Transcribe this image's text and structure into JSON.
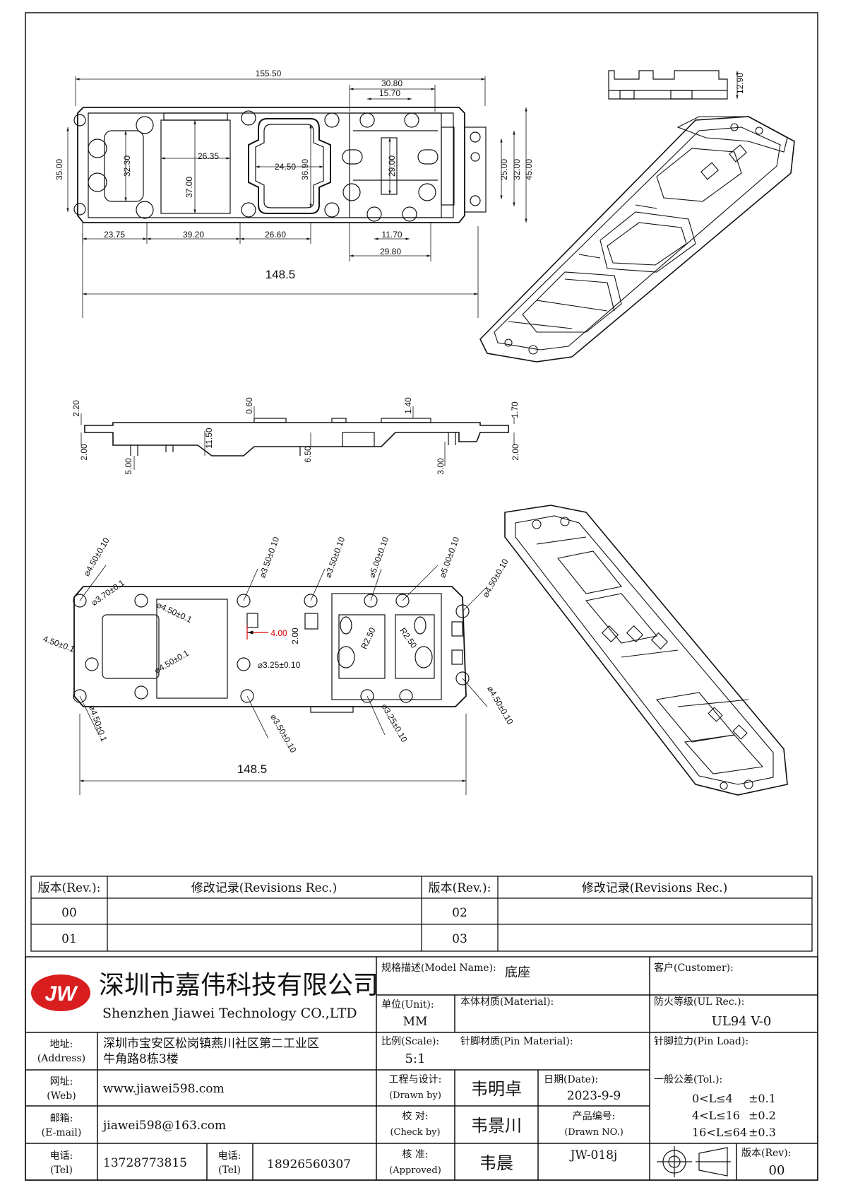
{
  "drawing": {
    "top_view": {
      "labels": {
        "A": "155.50",
        "B": "30.80",
        "C": "15.70",
        "D": "25.00",
        "E": "32.00",
        "F": "45.00",
        "G": "24.50",
        "H": "36.90",
        "I": "26.35",
        "J": "37.00",
        "K": "32.30",
        "L": "29.00",
        "M": "23.75",
        "N": "35.00",
        "O": "39.20",
        "P": "26.60",
        "Q": "11.70",
        "R": "29.80"
      },
      "overall": "148.5"
    },
    "side_top_height": "12.90",
    "front_view": {
      "S": "2.20",
      "T": "11.50",
      "U": "6.50",
      "W": "1.70",
      "d060": "0.60",
      "d140": "1.40",
      "d200a": "2.00",
      "d500": "5.00",
      "d300": "3.00",
      "d200b": "2.00"
    },
    "bottom_view": {
      "holes": [
        "⌀4.50±0.10",
        "⌀3.70±0.1",
        "⌀4.50±0.1",
        "4.50±0.1",
        "⌀4.50±0.1",
        "⌀4.50±0.1",
        "⌀3.50±0.10",
        "⌀3.50±0.10",
        "⌀5.00±0.10",
        "⌀5.00±0.10",
        "⌀4.50±0.10",
        "⌀4.50±0.10",
        "⌀3.25±0.10",
        "⌀3.25±0.10",
        "⌀3.50±0.10"
      ],
      "red_dim": "4.00",
      "dim_200": "2.00",
      "r1": "R2.50",
      "r2": "R2.50",
      "overall": "148.5"
    }
  },
  "revisions": {
    "header_rev": "版本(Rev.):",
    "header_rec": "修改记录(Revisions Rec.)",
    "rows": [
      [
        "00",
        "",
        "02",
        ""
      ],
      [
        "01",
        "",
        "03",
        ""
      ]
    ]
  },
  "title_block": {
    "logo": "JW",
    "company_cn": "深圳市嘉伟科技有限公司",
    "company_en": "Shenzhen Jiawei Technology CO.,LTD",
    "model_label": "规格描述(Model Name):",
    "model_value": "底座",
    "customer_label": "客户(Customer):",
    "unit_label": "单位(Unit):",
    "unit_value": "MM",
    "material_label": "本体材质(Material):",
    "ul_label": "防火等级(UL Rec.):",
    "ul_value": "UL94 V-0",
    "address_label_cn": "地址:",
    "address_label_en": "(Address)",
    "address_l1": "深圳市宝安区松岗镇燕川社区第二工业区",
    "address_l2": "牛角路8栋3楼",
    "scale_label": "比例(Scale):",
    "scale_value": "5:1",
    "pin_material_label": "针脚材质(Pin Material):",
    "pin_load_label": "针脚拉力(Pin Load):",
    "web_label_cn": "网址:",
    "web_label_en": "(Web)",
    "web_value": "www.jiawei598.com",
    "drawn_label_cn": "工程与设计:",
    "drawn_label_en": "(Drawn by)",
    "drawn_value": "韦明卓",
    "date_label": "日期(Date):",
    "date_value": "2023-9-9",
    "tol_label": "一般公差(Tol.):",
    "tol_rows": [
      [
        "0<L≤4",
        "±0.1"
      ],
      [
        "4<L≤16",
        "±0.2"
      ],
      [
        "16<L≤64",
        "±0.3"
      ]
    ],
    "mail_label_cn": "邮箱:",
    "mail_label_en": "(E-mail)",
    "mail_value": "jiawei598@163.com",
    "check_label_cn": "校  对:",
    "check_label_en": "(Check by)",
    "check_value": "韦景川",
    "drawn_no_label_cn": "产品编号:",
    "drawn_no_label_en": "(Drawn NO.)",
    "drawn_no_value": "JW-018j",
    "tel_label_cn": "电话:",
    "tel_label_en": "(Tel)",
    "tel_value": "13728773815",
    "tel2_label_cn": "电话:",
    "tel2_label_en": "(Tel)",
    "tel2_value": "18926560307",
    "approve_label_cn": "核  准:",
    "approve_label_en": "(Approved)",
    "approve_value": "韦晨",
    "rev_label": "版本(Rev):",
    "rev_value": "00"
  }
}
